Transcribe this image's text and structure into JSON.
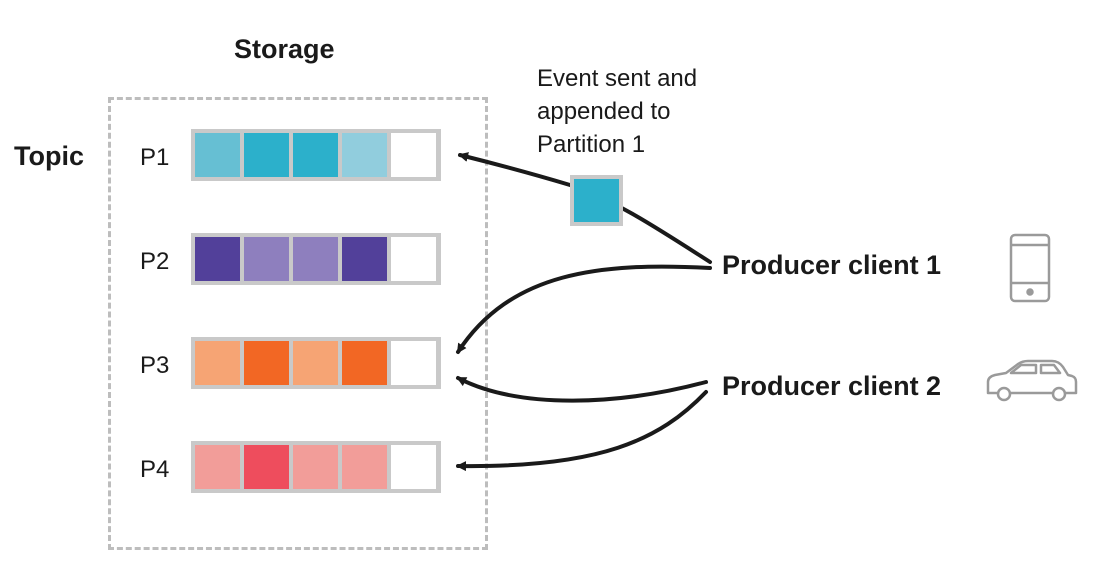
{
  "diagram": {
    "storage_title": "Storage",
    "topic_label": "Topic",
    "event_note": "Event sent and appended to Partition 1",
    "event_color": "#2cb0cb",
    "partitions": [
      {
        "label": "P1",
        "colors": [
          "#66bfd3",
          "#2cb0cb",
          "#2cb0cb",
          "#91cddd",
          "#ffffff"
        ]
      },
      {
        "label": "P2",
        "colors": [
          "#52409a",
          "#8e7fbe",
          "#8e7fbe",
          "#52409a",
          "#ffffff"
        ]
      },
      {
        "label": "P3",
        "colors": [
          "#f6a474",
          "#f26724",
          "#f6a474",
          "#f26724",
          "#ffffff"
        ]
      },
      {
        "label": "P4",
        "colors": [
          "#f29d99",
          "#ee4d5d",
          "#f29d99",
          "#f29d99",
          "#ffffff"
        ]
      }
    ],
    "producers": [
      {
        "label": "Producer client 1",
        "icon": "phone-icon"
      },
      {
        "label": "Producer client 2",
        "icon": "car-icon"
      }
    ]
  }
}
